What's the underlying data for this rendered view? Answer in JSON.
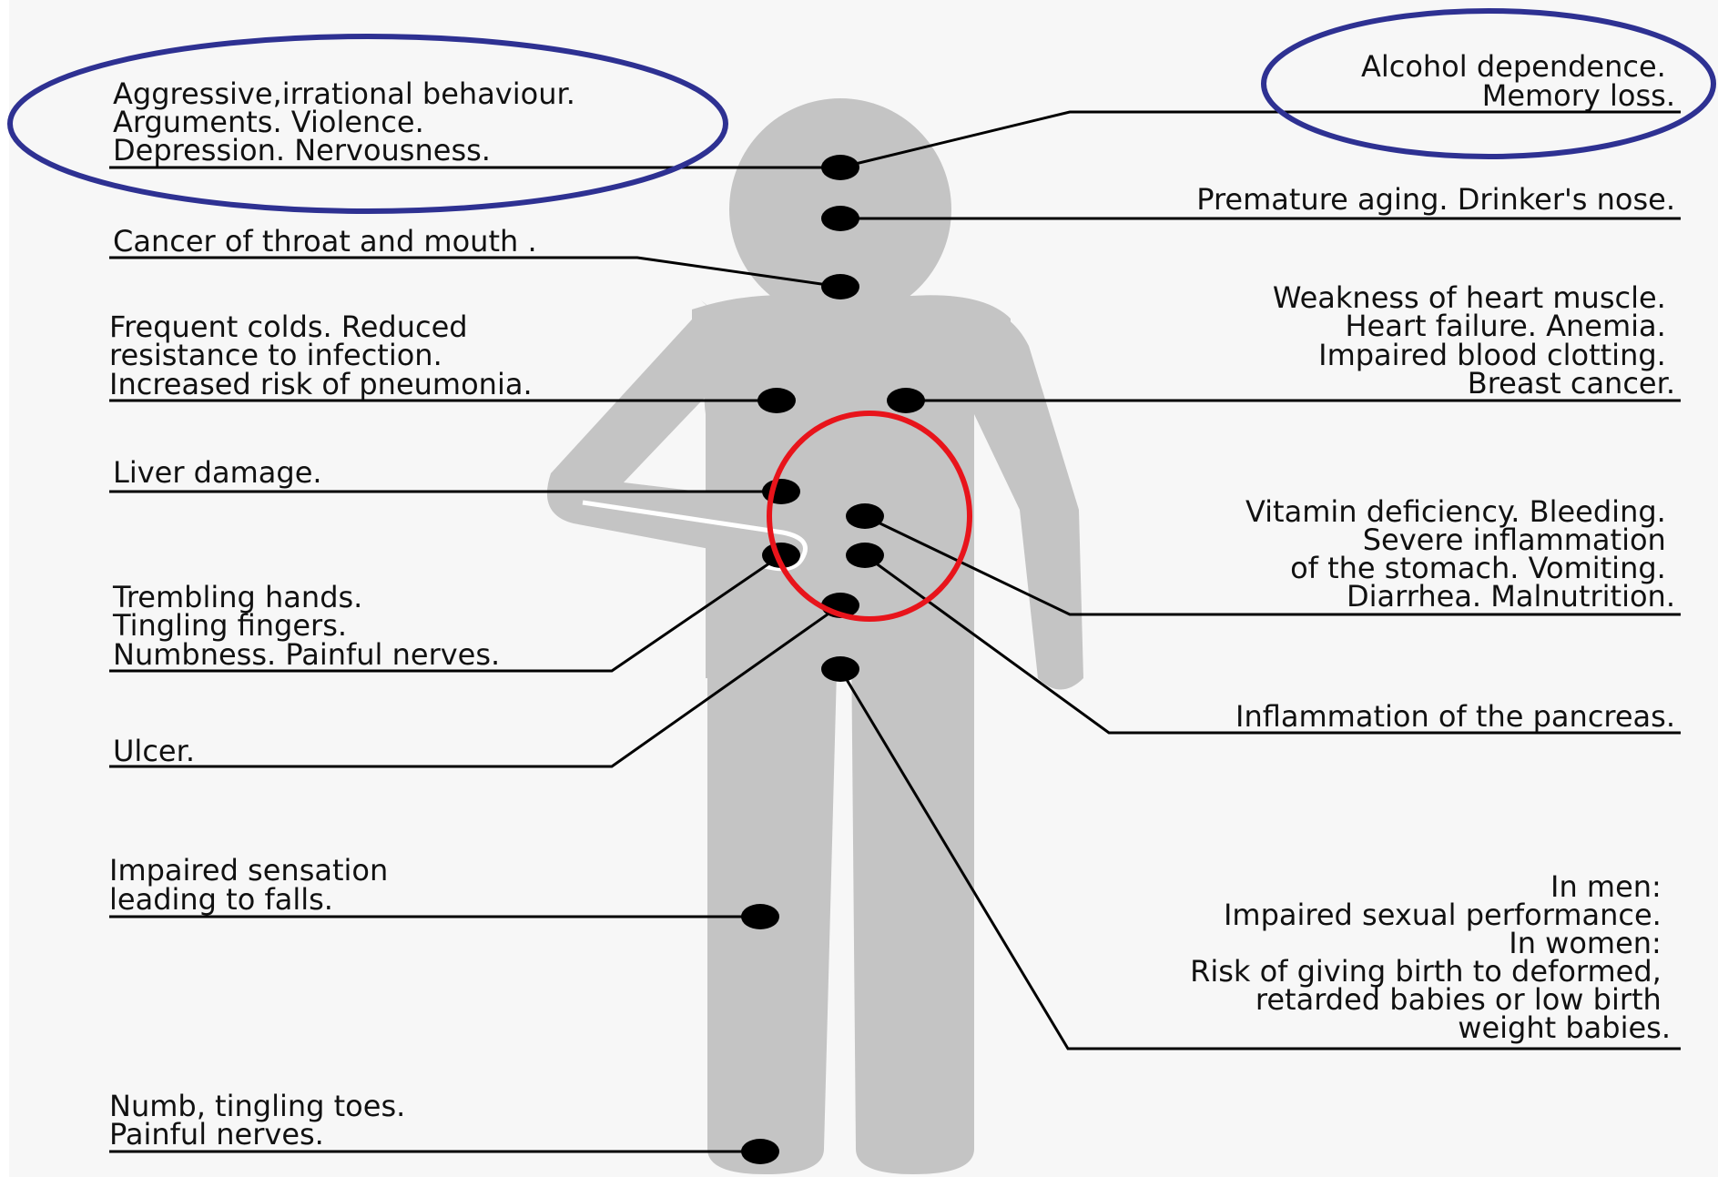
{
  "colors": {
    "background": "#f7f7f7",
    "body_silhouette": "#c4c4c4",
    "lines_and_dots": "#000000",
    "highlight_blue": "#2e3192",
    "highlight_red": "#e8141b"
  },
  "labels": {
    "behaviour": [
      "Aggressive,irrational behaviour.",
      "Arguments. Violence.",
      "Depression. Nervousness."
    ],
    "alcohol": [
      "Alcohol dependence.",
      "Memory loss."
    ],
    "aging": [
      "Premature aging. Drinker's nose."
    ],
    "throat": [
      "Cancer of throat and mouth ."
    ],
    "colds": [
      "Frequent colds. Reduced",
      "resistance to infection.",
      "Increased risk of pneumonia."
    ],
    "heart": [
      "Weakness of heart muscle.",
      "Heart failure. Anemia.",
      "Impaired blood clotting.",
      "Breast cancer."
    ],
    "liver": [
      "Liver damage."
    ],
    "stomach": [
      "Vitamin deficiency. Bleeding.",
      "Severe inflammation",
      "of the stomach. Vomiting.",
      "Diarrhea. Malnutrition."
    ],
    "hands": [
      "Trembling hands.",
      "Tingling fingers.",
      "Numbness. Painful nerves."
    ],
    "pancreas": [
      "Inflammation of the pancreas."
    ],
    "ulcer": [
      "Ulcer."
    ],
    "sensation": [
      "Impaired sensation",
      "leading to falls."
    ],
    "reproductive": [
      "In men:",
      "Impaired sexual performance.",
      "In women:",
      "Risk of giving birth to deformed,",
      "retarded babies or low birth",
      "weight babies."
    ],
    "toes": [
      "Numb, tingling toes.",
      "Painful nerves."
    ]
  }
}
